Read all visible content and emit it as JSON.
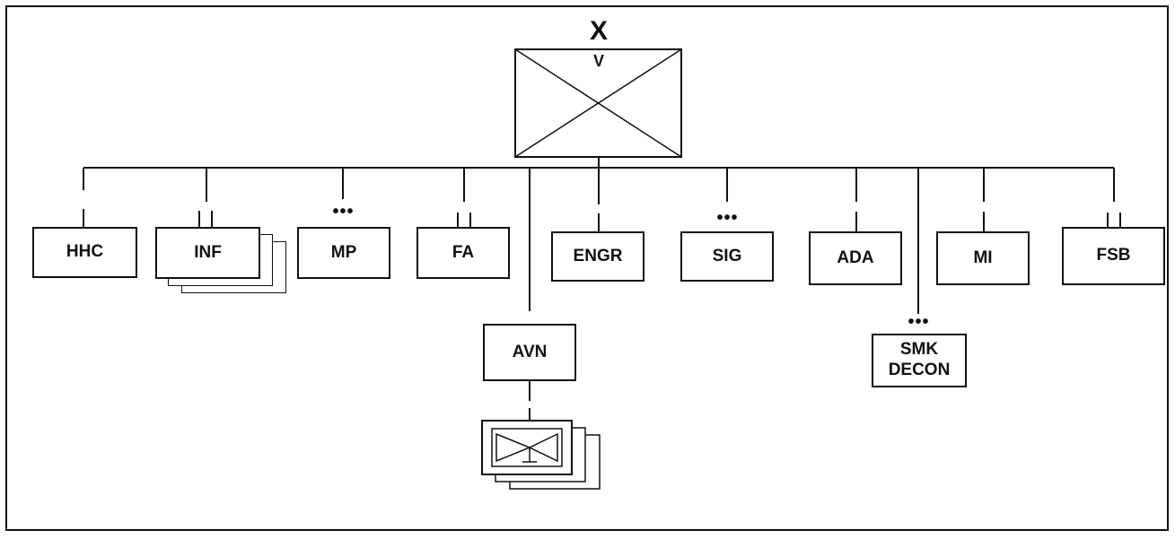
{
  "hq": {
    "echelon": "X",
    "designation": "V"
  },
  "units": [
    {
      "id": "hhc",
      "label": "HHC"
    },
    {
      "id": "inf",
      "label": "INF"
    },
    {
      "id": "mp",
      "label": "MP"
    },
    {
      "id": "fa",
      "label": "FA"
    },
    {
      "id": "engr",
      "label": "ENGR"
    },
    {
      "id": "sig",
      "label": "SIG"
    },
    {
      "id": "ada",
      "label": "ADA"
    },
    {
      "id": "mi",
      "label": "MI"
    },
    {
      "id": "fsb",
      "label": "FSB"
    },
    {
      "id": "avn",
      "label": "AVN"
    },
    {
      "id": "smk",
      "label_line1": "SMK",
      "label_line2": "DECON"
    }
  ],
  "symbols": {
    "dots": "•••"
  }
}
